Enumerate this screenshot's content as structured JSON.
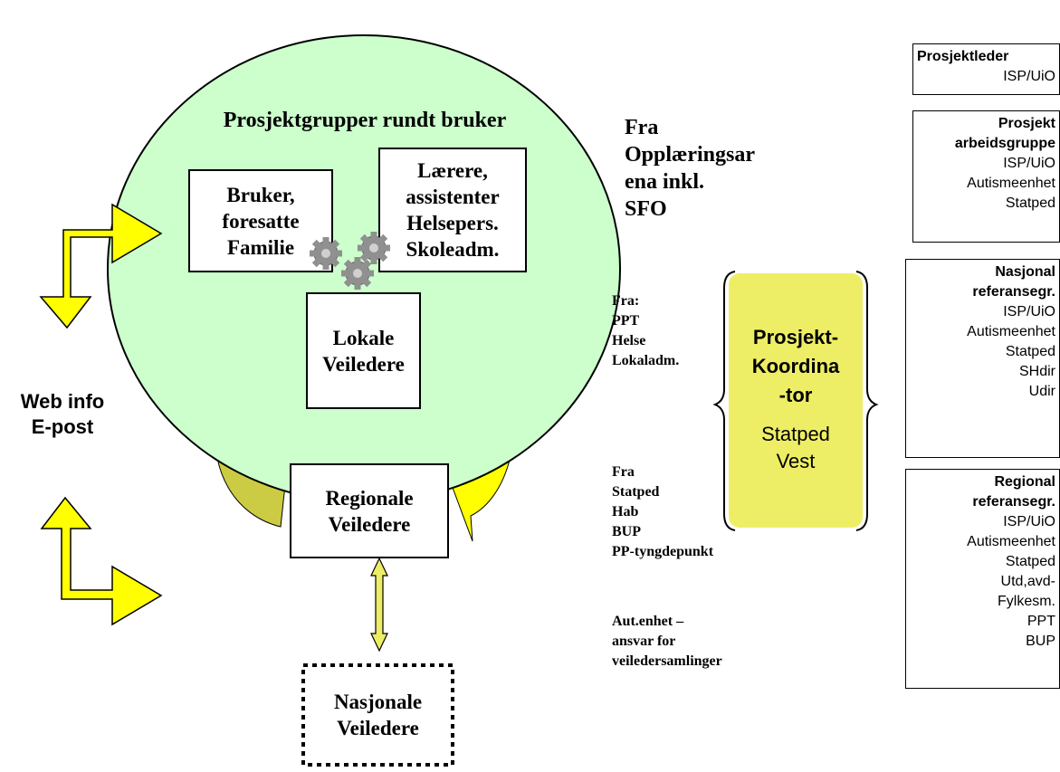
{
  "circle": {
    "title": "Prosjektgrupper rundt bruker"
  },
  "box_bruker": {
    "lines": [
      "Bruker,",
      "foresatte",
      "Familie"
    ]
  },
  "box_laerere": {
    "lines": [
      "Lærere,",
      "assistenter",
      "Helsepers.",
      "Skoleadm."
    ]
  },
  "box_lokale": {
    "lines": [
      "Lokale",
      "Veiledere"
    ]
  },
  "box_regionale": {
    "lines": [
      "Regionale",
      "Veiledere"
    ]
  },
  "box_nasjonale": {
    "lines": [
      "Nasjonale",
      "Veiledere"
    ]
  },
  "web_info": {
    "lines": [
      "Web info",
      "E-post"
    ]
  },
  "fra_opplaering": {
    "lines": [
      "Fra",
      "Opplæringsar",
      "ena inkl.",
      "SFO"
    ]
  },
  "fra_ppt": {
    "lines": [
      "Fra:",
      "PPT",
      "Helse",
      "Lokaladm."
    ]
  },
  "fra_statped": {
    "lines": [
      "Fra",
      "Statped",
      "Hab",
      "BUP",
      "PP-tyngdepunkt"
    ]
  },
  "aut_enhet": {
    "lines": [
      "Aut.enhet –",
      "ansvar for",
      "veiledersamlinger"
    ]
  },
  "koordinator": {
    "title_lines": [
      "Prosjekt-",
      "Koordina",
      "-tor"
    ],
    "sub_lines": [
      "Statped",
      "Vest"
    ]
  },
  "right_panel": [
    {
      "title_lines": [
        "Prosjektleder"
      ],
      "items": [
        "ISP/UiO"
      ]
    },
    {
      "title_lines": [
        "Prosjekt",
        "arbeidsgruppe"
      ],
      "items": [
        "ISP/UiO",
        "Autismeenhet",
        "Statped"
      ]
    },
    {
      "title_lines": [
        "Nasjonal",
        "referansegr."
      ],
      "items": [
        "ISP/UiO",
        "Autismeenhet",
        "Statped",
        "SHdir",
        "Udir"
      ]
    },
    {
      "title_lines": [
        "Regional",
        "referansegr."
      ],
      "items": [
        "ISP/UiO",
        "Autismeenhet",
        "Statped",
        "Utd,avd-",
        "Fylkesm.",
        "PPT",
        "BUP"
      ]
    }
  ],
  "colors": {
    "circle_fill": "#ccffcc",
    "arrow_yellow": "#ffff00",
    "arrow_olive": "#cccc44",
    "coordinator_fill": "#eeee66",
    "gear_gray": "#909090"
  },
  "icons": {
    "gears": "gears-icon"
  }
}
